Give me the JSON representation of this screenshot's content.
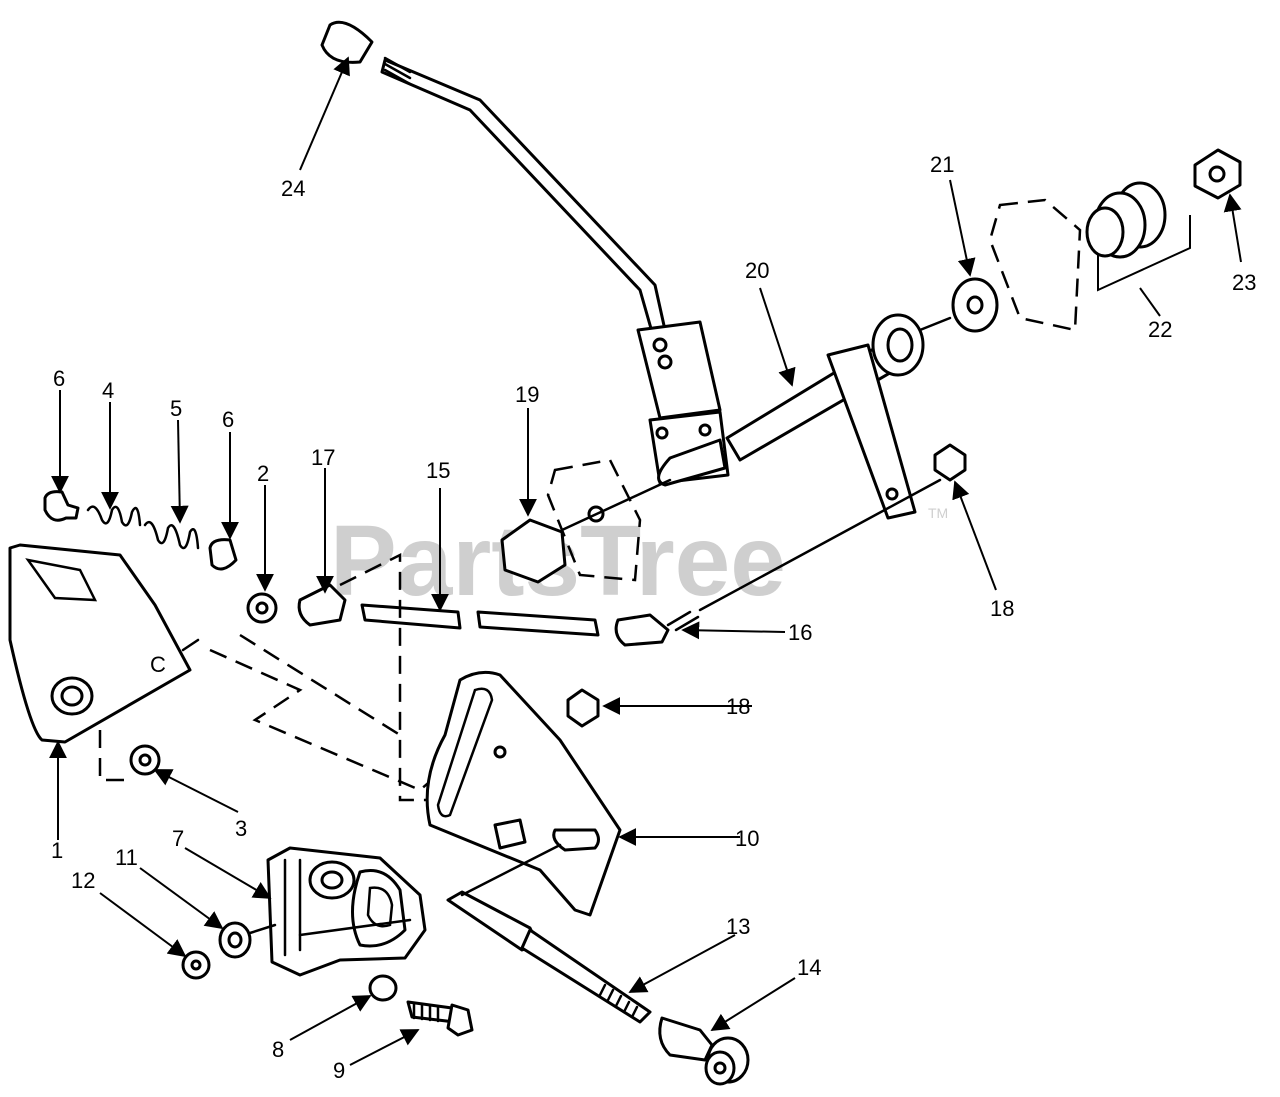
{
  "watermark": {
    "text": "PartsTree",
    "trademark": "TM"
  },
  "callouts": [
    "1",
    "2",
    "3",
    "4",
    "5",
    "6",
    "6",
    "7",
    "8",
    "9",
    "10",
    "11",
    "12",
    "13",
    "14",
    "15",
    "16",
    "17",
    "18",
    "18",
    "19",
    "20",
    "21",
    "22",
    "23",
    "24"
  ],
  "colors": {
    "line": "#000000",
    "background": "#ffffff",
    "watermark": "#cfcfcf"
  }
}
